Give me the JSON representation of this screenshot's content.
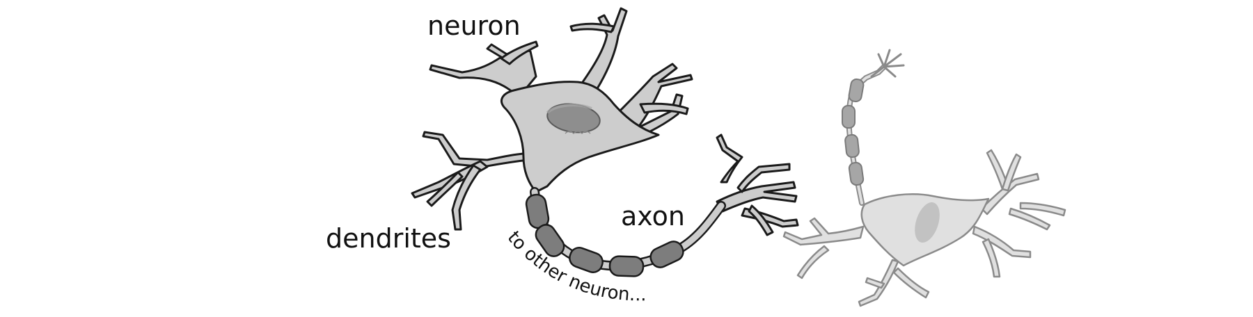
{
  "labels": {
    "neuron": "neuron",
    "dendrites": "dendrites",
    "axon": "axon",
    "to_other": "to other neuron..."
  },
  "colors": {
    "outline": "#1a1a1a",
    "cell_body": "#cdcdcd",
    "nucleus": "#8e8e8e",
    "myelin": "#7d7d7d",
    "faded_outline": "#8a8a8a",
    "faded_fill": "#e0e0e0"
  }
}
